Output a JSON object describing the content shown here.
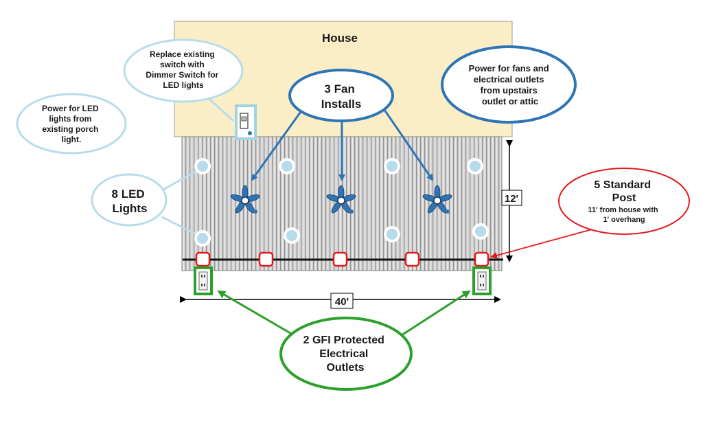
{
  "house": {
    "label": "House"
  },
  "callouts": {
    "dimmer": {
      "lines": [
        "Replace existing",
        "switch with",
        "Dimmer Switch for",
        "LED lights"
      ]
    },
    "led_power": {
      "lines": [
        "Power for LED",
        "lights from",
        "existing porch",
        "light."
      ]
    },
    "fans": {
      "lines": [
        "3 Fan",
        "Installs"
      ]
    },
    "fan_power": {
      "lines": [
        "Power for fans and",
        "electrical outlets",
        "from upstairs",
        "outlet or attic"
      ]
    },
    "led_lights": {
      "lines": [
        "8 LED",
        "Lights"
      ]
    },
    "posts": {
      "title_lines": [
        "5 Standard",
        "Post"
      ],
      "detail_lines": [
        "11' from house with",
        "1' overhang"
      ]
    },
    "outlets": {
      "lines": [
        "2 GFI Protected",
        "Electrical",
        "Outlets"
      ]
    }
  },
  "dimensions": {
    "depth": "12'",
    "width": "40'"
  },
  "counts": {
    "fans": 3,
    "lights": 8,
    "posts": 5,
    "outlets": 2
  },
  "colors": {
    "house_fill": "#fbeec6",
    "deck_fill": "#c8c8c8",
    "light_blue": "#add8e6",
    "fan_blue": "#2e75b6",
    "fan_dark": "#1f3864",
    "post_red": "#e31a1c",
    "outlet_green": "#2ca02c",
    "led_fill": "#b6dbea"
  }
}
